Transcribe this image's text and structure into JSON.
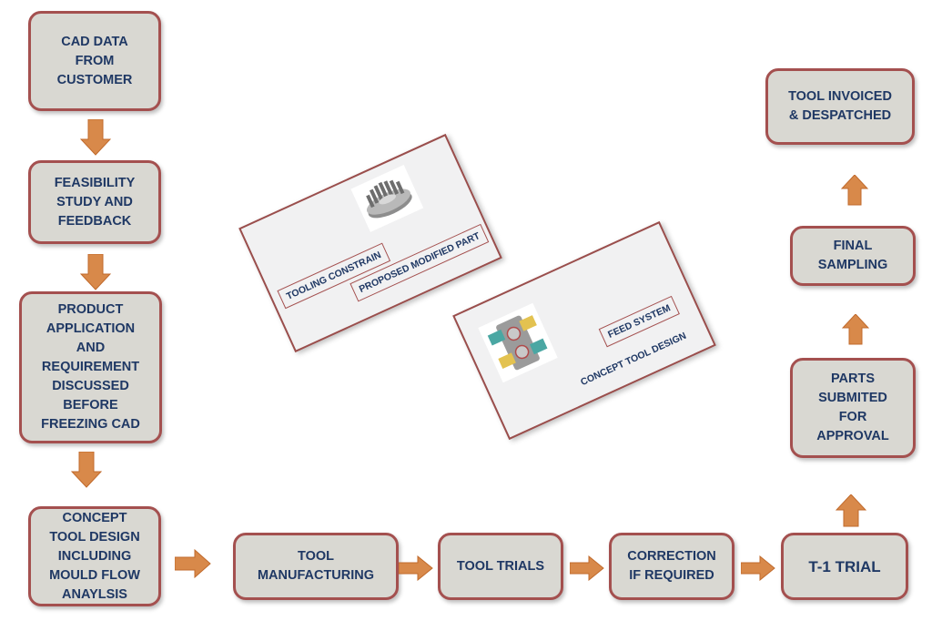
{
  "steps": {
    "cad_data": "CAD DATA\nFROM\nCUSTOMER",
    "feasibility": "FEASIBILITY\nSTUDY AND\nFEEDBACK",
    "product_application": "PRODUCT\nAPPLICATION\nAND\nREQUIREMENT\nDISCUSSED\nBEFORE\nFREEZING CAD",
    "concept_tool_design": "CONCEPT\nTOOL DESIGN\nINCLUDING\nMOULD FLOW\nANAYLSIS",
    "tool_manufacturing": "TOOL\nMANUFACTURING",
    "tool_trials": "TOOL TRIALS",
    "correction": "CORRECTION\nIF REQUIRED",
    "t1_trial": "T-1 TRIAL",
    "parts_submitted": "PARTS\nSUBMITED\nFOR\nAPPROVAL",
    "final_sampling": "FINAL\nSAMPLING",
    "tool_invoiced": "TOOL INVOICED\n& DESPATCHED"
  },
  "cards": {
    "card1": {
      "tooling_constrain": "TOOLING CONSTRAIN",
      "proposed_modified_part": "PROPOSED MODIFIED PART"
    },
    "card2": {
      "feed_system": "FEED SYSTEM",
      "concept_tool_design": "CONCEPT TOOL DESIGN"
    }
  },
  "colors": {
    "box_fill": "#d9d8d2",
    "box_border": "#a4504f",
    "text": "#1f3864",
    "arrow": "#d8894a"
  }
}
